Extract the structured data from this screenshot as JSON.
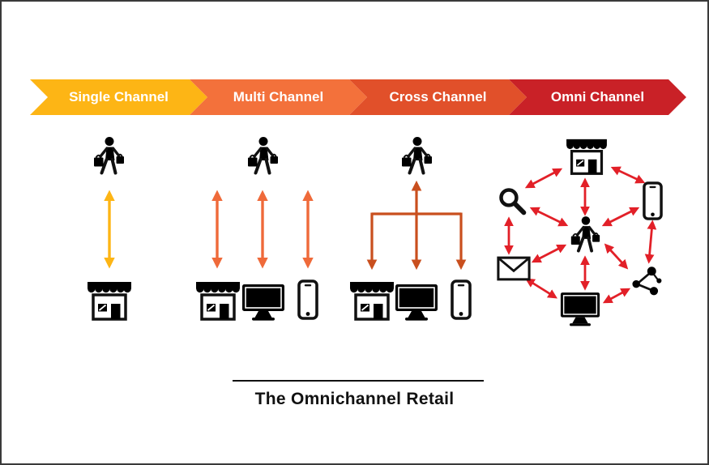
{
  "title": "The Omnichannel Retail",
  "icon_names": [
    "shopper-icon",
    "store-icon",
    "monitor-icon",
    "smartphone-icon",
    "search-icon",
    "envelope-icon",
    "network-icon",
    "two-way-arrow"
  ],
  "stages": [
    {
      "label": "Single Channel",
      "banner_color": "#fdb515",
      "arrow_color": "#fdb515",
      "top_icon": "shopper",
      "bottom_icons": [
        "store"
      ]
    },
    {
      "label": "Multi Channel",
      "banner_color": "#f3713b",
      "arrow_color": "#ef6a3a",
      "top_icon": "shopper",
      "bottom_icons": [
        "store",
        "monitor",
        "smartphone"
      ]
    },
    {
      "label": "Cross Channel",
      "banner_color": "#e1502a",
      "arrow_color": "#c94f1e",
      "top_icon": "shopper",
      "bottom_icons": [
        "store",
        "monitor",
        "smartphone"
      ]
    },
    {
      "label": "Omni Channel",
      "banner_color": "#c92127",
      "arrow_color": "#e22028",
      "center_icon": "shopper",
      "surrounding_icons": [
        "store",
        "search",
        "smartphone",
        "envelope",
        "network",
        "monitor"
      ]
    }
  ]
}
